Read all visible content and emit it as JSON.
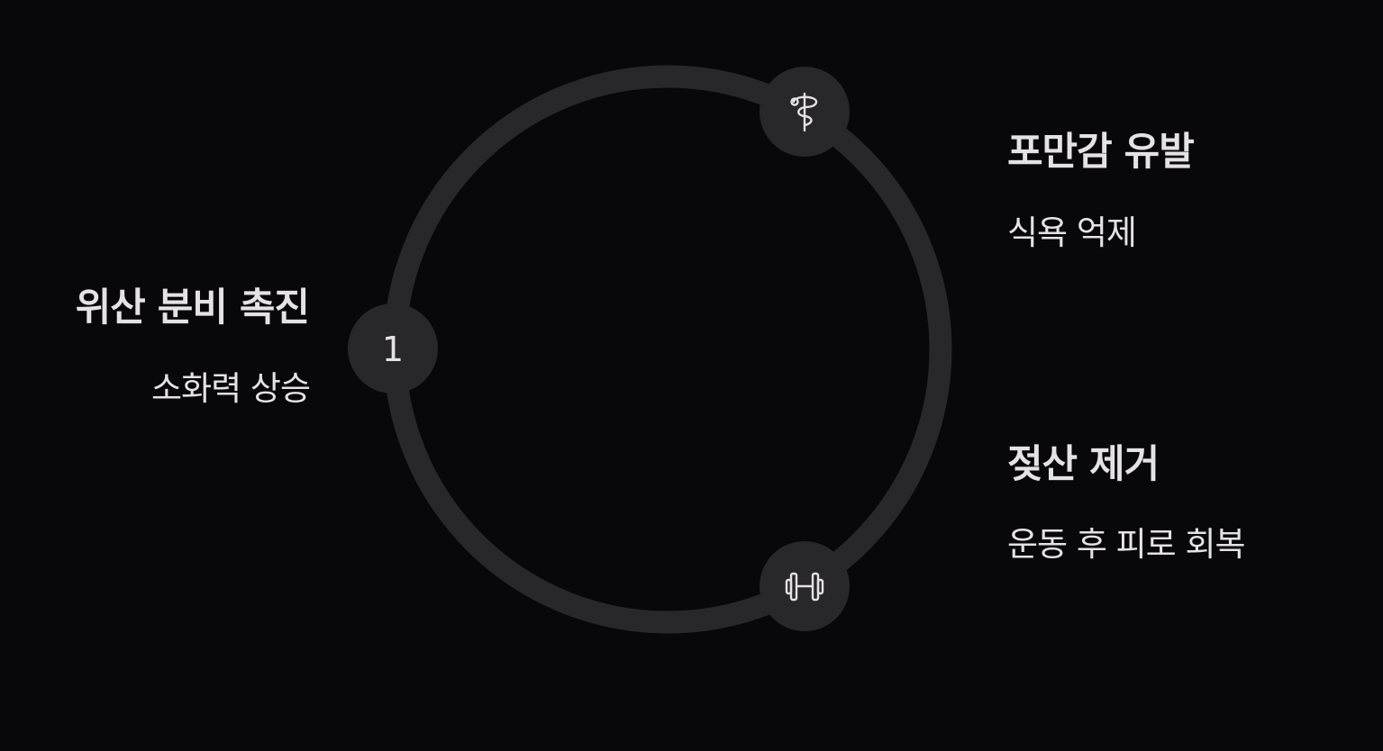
{
  "steps": [
    {
      "marker": "1",
      "title": "위산 분비 촉진",
      "description": "소화력 상승",
      "icon": "number-marker"
    },
    {
      "title": "포만감 유발",
      "description": "식욕 억제",
      "icon": "caduceus-icon"
    },
    {
      "title": "젖산 제거",
      "description": "운동 후 피로 회복",
      "icon": "dumbbell-icon"
    }
  ],
  "colors": {
    "background": "#08070c",
    "ring": "#28272c",
    "node": "#28272c",
    "text": "#e4e2e6"
  }
}
